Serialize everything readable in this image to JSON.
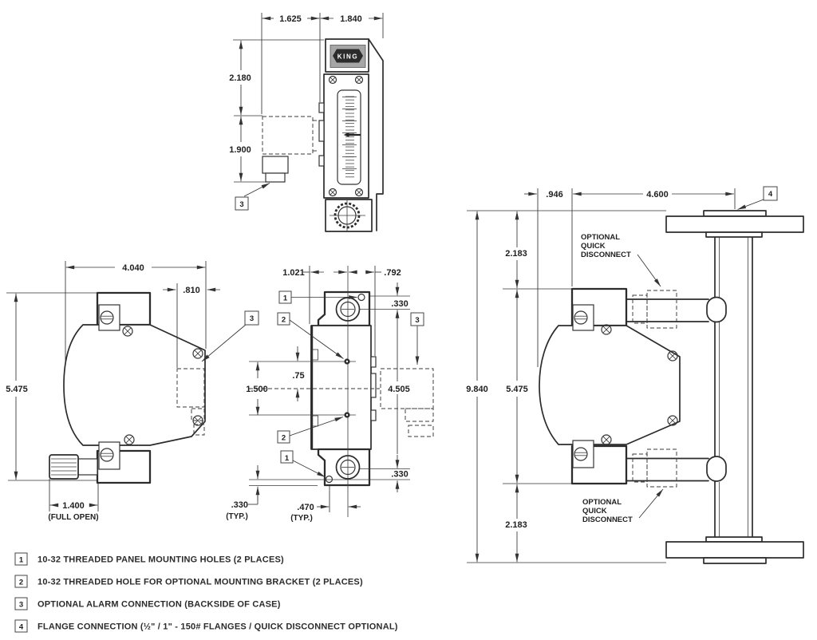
{
  "colors": {
    "line": "#333333",
    "logo_gray": "#a6a6a6",
    "logo_dark": "#2b2b2b"
  },
  "logo": {
    "brand": "KING"
  },
  "callouts": {
    "c1": "1",
    "c2": "2",
    "c3": "3",
    "c4": "4"
  },
  "views": {
    "front": {
      "dims": {
        "left_width": "1.625",
        "right_width": "1.840",
        "upper_height": "2.180",
        "lower_height": "1.900"
      }
    },
    "side": {
      "dims": {
        "width": "4.040",
        "alarm_offset": ".810",
        "height": "5.475",
        "valve_extent": "1.400",
        "valve_note": "(FULL OPEN)"
      }
    },
    "rear": {
      "dims": {
        "left_width": "1.021",
        "right_width": ".792",
        "top_hole_offset": ".330",
        "bracket_hole_offset": ".75",
        "bracket_hole_span": "1.500",
        "panel_hole_span": "4.505",
        "bottom_hole_offset": ".330",
        "edge_offset": ".330",
        "edge_typ": "(TYP.)",
        "hole_to_center": ".470",
        "center_typ": "(TYP.)"
      }
    },
    "flanged": {
      "dims": {
        "body_offset": ".946",
        "flange_reach": "4.600",
        "top_offset": "2.183",
        "overall_height": "9.840",
        "case_height": "5.475",
        "bottom_offset": "2.183"
      },
      "quick_disconnect": {
        "l1": "OPTIONAL",
        "l2": "QUICK",
        "l3": "DISCONNECT"
      }
    }
  },
  "notes": [
    {
      "num": "1",
      "text": "10-32 THREADED PANEL MOUNTING HOLES (2 PLACES)"
    },
    {
      "num": "2",
      "text": "10-32 THREADED HOLE FOR OPTIONAL MOUNTING BRACKET (2 PLACES)"
    },
    {
      "num": "3",
      "text": "OPTIONAL ALARM CONNECTION (BACKSIDE OF CASE)"
    },
    {
      "num": "4",
      "text": "FLANGE CONNECTION (½\" / 1\" - 150# FLANGES / QUICK DISCONNECT OPTIONAL)"
    }
  ]
}
